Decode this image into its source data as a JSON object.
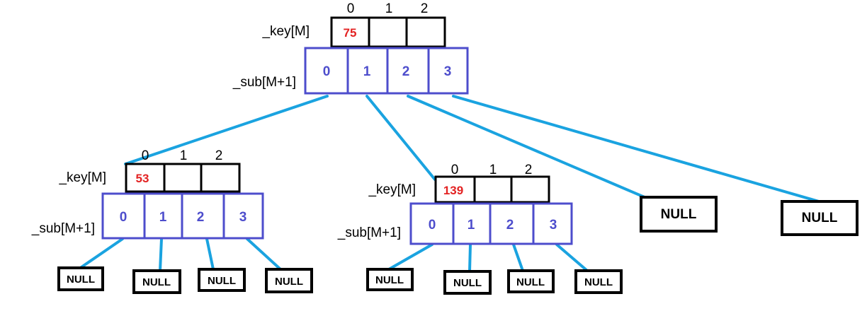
{
  "labels": {
    "key": "_key[M]",
    "sub": "_sub[M+1]"
  },
  "key_indices": [
    "0",
    "1",
    "2"
  ],
  "sub_indices": [
    "0",
    "1",
    "2",
    "3"
  ],
  "null_label": "NULL",
  "nodes": [
    {
      "id": "root",
      "keys": [
        "75",
        "",
        ""
      ]
    },
    {
      "id": "left-child",
      "keys": [
        "53",
        "",
        ""
      ]
    },
    {
      "id": "middle-child",
      "keys": [
        "139",
        "",
        ""
      ]
    }
  ],
  "colors": {
    "edge": "#1aa3e0",
    "sub_border": "#4d4dcc",
    "key_text": "#e32222"
  }
}
